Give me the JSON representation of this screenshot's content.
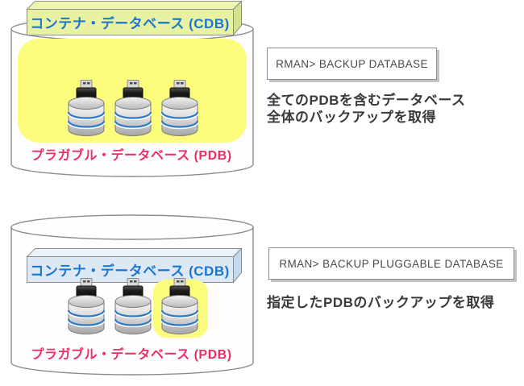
{
  "colors": {
    "highlight_yellow": "#FCFC7D",
    "cdb_box_face_green": "#E9F2A2",
    "cdb_box_face_blue": "#DCE9F5",
    "cdb_text_blue": "#1B76D1",
    "pdb_text_pink": "#ED2E63",
    "disk_line_blue": "#2E7BC4"
  },
  "panels": [
    {
      "cdb_label": "コンテナ・データベース (CDB)",
      "pdb_label": "プラガブル・データベース (PDB)",
      "command": "RMAN> BACKUP DATABASE",
      "description_lines": [
        "全てのPDBを含むデータベース",
        "全体のバックアップを取得"
      ],
      "highlighted": "entire-cdb"
    },
    {
      "cdb_label": "コンテナ・データベース (CDB)",
      "pdb_label": "プラガブル・データベース (PDB)",
      "command": "RMAN> BACKUP PLUGGABLE DATABASE",
      "description_lines": [
        "指定したPDBのバックアップを取得"
      ],
      "highlighted": "single-pdb"
    }
  ]
}
